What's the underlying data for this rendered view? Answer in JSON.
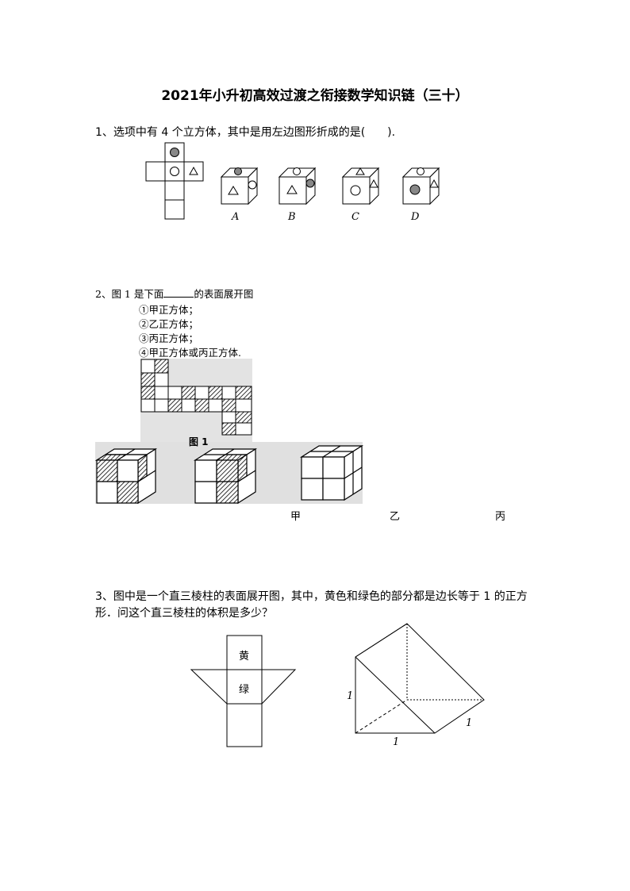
{
  "title": "2021年小升初高效过渡之衔接数学知识链（三十）",
  "q1": {
    "text": "1、选项中有 4 个立方体，其中是用左边图形折成的是(　　).",
    "options": [
      "A",
      "B",
      "C",
      "D"
    ]
  },
  "q2": {
    "text_before": "2、图 1 是下面",
    "text_after": "的表面展开图",
    "choices": [
      "①甲正方体；",
      "②乙正方体；",
      "③丙正方体；",
      "④甲正方体或丙正方体."
    ],
    "figure_label": "图 1",
    "cube_labels": [
      "甲",
      "乙",
      "丙"
    ]
  },
  "q3": {
    "line1": "3、图中是一个直三棱柱的表面展开图，其中，黄色和绿色的部分都是边长等于 1 的正方",
    "line2": "形．问这个直三棱柱的体积是多少？",
    "net_labels": [
      "黄",
      "绿"
    ],
    "dims": [
      "1",
      "1",
      "1"
    ]
  }
}
